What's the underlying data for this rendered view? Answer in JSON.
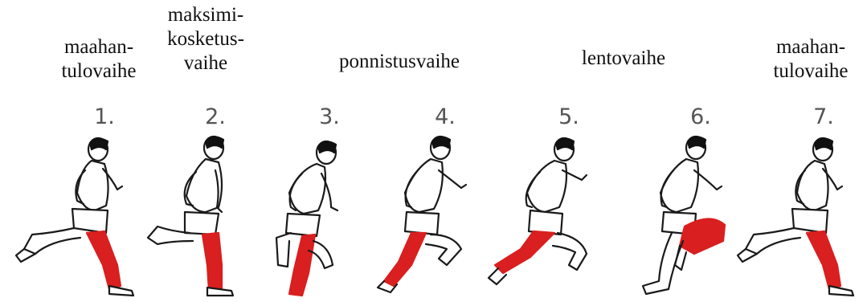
{
  "phases": [
    {
      "label": "maahan-\ntulovaihe"
    },
    {
      "label": "maksimi-\nkosketus-\nvaihe"
    },
    {
      "label": "ponnistusvaihe"
    },
    {
      "label": "lentovaihe"
    },
    {
      "label": "maahan-\ntulovaihe"
    }
  ],
  "steps": [
    "1.",
    "2.",
    "3.",
    "4.",
    "5.",
    "6.",
    "7."
  ],
  "colors": {
    "highlight_leg": "#d91f1f",
    "outline": "#1a1a1a",
    "hair": "#111111"
  }
}
